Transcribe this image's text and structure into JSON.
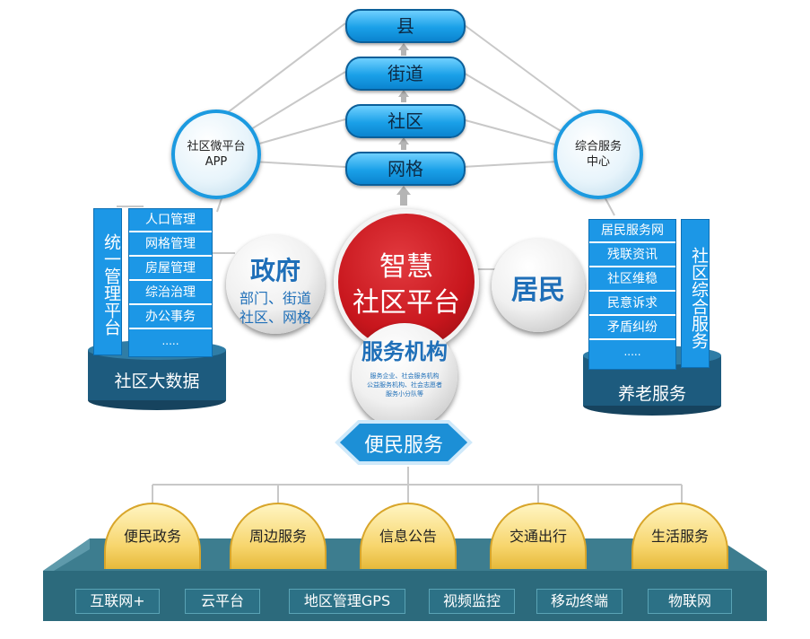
{
  "levels": [
    "县",
    "街道",
    "社区",
    "网格"
  ],
  "left_app": {
    "line1": "社区微平台",
    "line2": "APP"
  },
  "right_center": {
    "line1": "综合服务",
    "line2": "中心"
  },
  "left_vertical": "统一管理平台",
  "left_list": [
    "人口管理",
    "网格管理",
    "房屋管理",
    "综治治理",
    "办公事务",
    "....."
  ],
  "left_base": "社区大数据",
  "gov": {
    "title": "政府",
    "line1": "部门、街道",
    "line2": "社区、网格"
  },
  "center": {
    "line1": "智慧",
    "line2": "社区平台"
  },
  "residents": {
    "title": "居民"
  },
  "service_org": {
    "title": "服务机构",
    "line1": "服务企业、社会服务机构",
    "line2": "公益服务机构、社会志愿者",
    "line3": "服务小分队等"
  },
  "convenience": "便民服务",
  "right_list": [
    "居民服务网",
    "残联资讯",
    "社区维稳",
    "民意诉求",
    "矛盾纠纷",
    "....."
  ],
  "right_vertical": "社区综合服务",
  "right_base": "养老服务",
  "services": [
    "便民政务",
    "周边服务",
    "信息公告",
    "交通出行",
    "生活服务"
  ],
  "bottom": [
    "互联网+",
    "云平台",
    "地区管理GPS",
    "视频监控",
    "移动终端",
    "物联网"
  ],
  "colors": {
    "blue": "#1c97e6",
    "red": "#c8161d",
    "teal": "#2c6a7c",
    "yellow": "#f7d56c",
    "accent_text": "#1f6fb8"
  }
}
